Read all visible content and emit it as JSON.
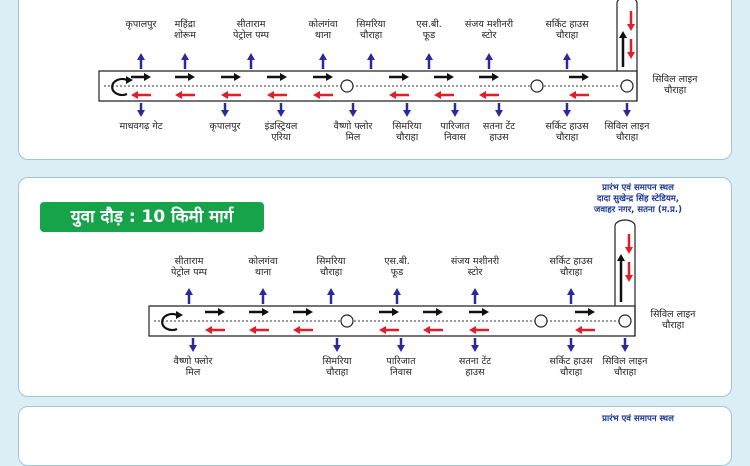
{
  "route1": {
    "top_labels": [
      "कृपालपुर",
      "महिंद्रा\nशोरूम",
      "सीताराम\nपेट्रोल पम्प",
      "कोलगंवा\nथाना",
      "सिमरिया\nचौराहा",
      "एस.बी.\nफूड",
      "संजय मशीनरी\nस्टोर",
      "सर्किट हाउस\nचौराहा"
    ],
    "bottom_labels": [
      "माधवगढ़ गेट",
      "कृपालपुर",
      "इंडस्ट्रियल\nएरिया",
      "वैष्णो फ्लोर\nमिल",
      "सिमरिया\nचौराहा",
      "पारिजात\nनिवास",
      "सतना टेंट\nहाउस",
      "सर्किट हाउस\nचौराहा",
      "सिविल लाइन\nचौराहा"
    ],
    "right_label": "सिविल लाइन\nचौराहा"
  },
  "route2": {
    "title": "युवा दौड़ : 10 किमी मार्ग",
    "venue": "प्रारंभ एवं समापन स्थल\nदादा सुखेन्द्र सिंह स्टेडियम,\nजवाहर नगर, सतना (म.प्र.)",
    "top_labels": [
      "सीताराम\nपेट्रोल पम्प",
      "कोलगंवा\nथाना",
      "सिमरिया\nचौराहा",
      "एस.बी.\nफूड",
      "संजय मशीनरी\nस्टोर",
      "सर्किट हाउस\nचौराहा"
    ],
    "bottom_labels": [
      "वैष्णो फ्लोर\nमिल",
      "सिमरिया\nचौराहा",
      "पारिजात\nनिवास",
      "सतना टेंट\nहाउस",
      "सर्किट हाउस\nचौराहा",
      "सिविल लाइन\nचौराहा"
    ],
    "right_label": "सिविल लाइन\nचौराहा"
  },
  "route3": {
    "venue": "प्रारंभ एवं समापन स्थल"
  },
  "colors": {
    "forward_arrow": "#111111",
    "return_arrow": "#e11d2a",
    "landmark_arrow": "#2a2a9c",
    "badge": "#16a34a"
  }
}
